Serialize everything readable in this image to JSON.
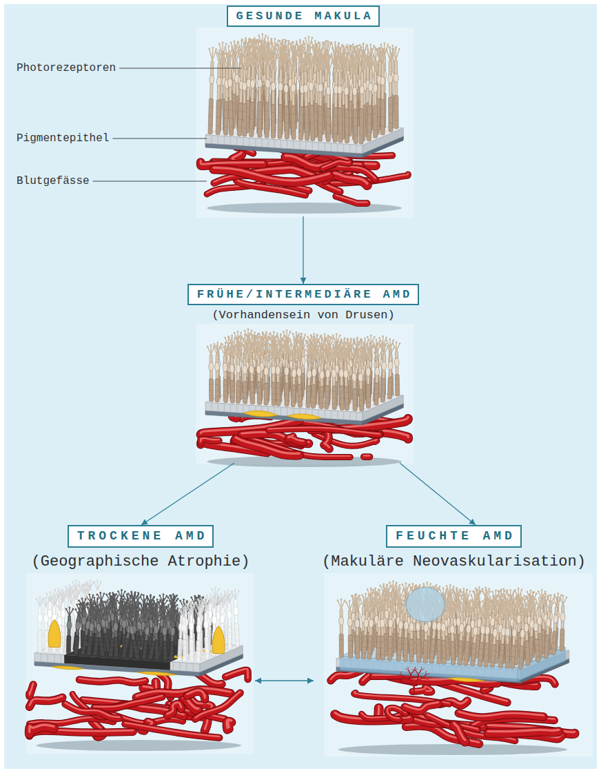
{
  "diagram": {
    "nodes": [
      {
        "text": [
          "GESUNDE MAKULA"
        ]
      },
      {
        "text": [
          "FRÜHE/INTERMEDIÄRE AMD",
          "(Vorhandensein von Drusen)"
        ]
      },
      {
        "text": [
          "TROCKENE AMD",
          "(Geographische Atrophie)"
        ]
      },
      {
        "text": [
          "FEUCHTE AMD",
          "(Makuläre Neovaskularisation)"
        ]
      }
    ],
    "edges": [
      {
        "from": 0,
        "to": 1,
        "arrow": "to"
      },
      {
        "from": 1,
        "to": 2,
        "arrow": "to"
      },
      {
        "from": 1,
        "to": 3,
        "arrow": "to"
      },
      {
        "from": 2,
        "to": 3,
        "arrow": "both"
      }
    ],
    "labels": [
      "Photorezeptoren",
      "Pigmentepithel",
      "Blutgefässe"
    ]
  }
}
